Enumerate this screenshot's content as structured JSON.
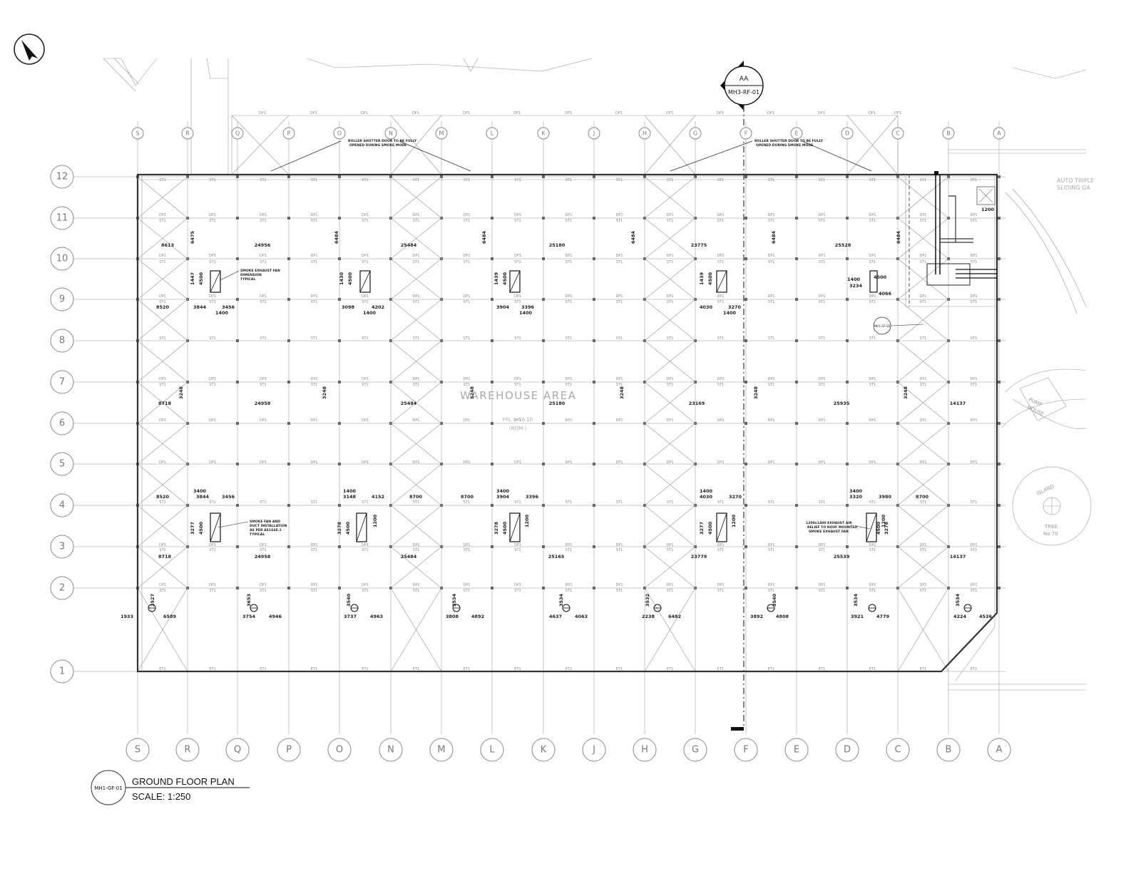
{
  "section_marker": {
    "top": "AA",
    "bottom": "MH3-RF-01"
  },
  "grid_cols": [
    "S",
    "R",
    "Q",
    "P",
    "O",
    "N",
    "M",
    "L",
    "K",
    "J",
    "H",
    "G",
    "F",
    "E",
    "D",
    "C",
    "B",
    "A"
  ],
  "grid_rows": [
    "12",
    "11",
    "10",
    "9",
    "8",
    "7",
    "6",
    "5",
    "4",
    "3",
    "2",
    "1"
  ],
  "area_label": "WAREHOUSE AREA",
  "ffl_label": "FFL = 16.10",
  "ffl_nom": "(NOM.)",
  "notes": {
    "roller_left_1": "ROLLER SHUTTER DOOR TO BE FULLY",
    "roller_left_2": "OPENED DURING SMOKE MODE",
    "roller_right_1": "ROLLER SHUTTER DOOR TO BE FULLY",
    "roller_right_2": "OPENED DURING SMOKE MODE",
    "smoke_fan_1": "SMOKE EXHAUST FAN",
    "smoke_fan_2": "DIMENSION",
    "smoke_fan_3": "TYPICAL",
    "duct_1": "SMOKE FAN AND",
    "duct_2": "DUCT INSTALLATION",
    "duct_3": "AS PER AS1668.1",
    "duct_4": "TYPICAL",
    "relief_1": "1200x1400 EXHAUST AIR",
    "relief_2": "RELIEF TO ROOF MOUNTED",
    "relief_3": "SMOKE EXHAUST FAN"
  },
  "site_labels": {
    "auto_1": "AUTO TRIPLE",
    "auto_2": "SLIDING GA",
    "pump_1": "PUMP",
    "pump_2": "HOUSE",
    "tree_1": "TREE",
    "tree_2": "No 70",
    "island": "ISLAND",
    "callout": "MH1-GF-02"
  },
  "bay_row_dims": {
    "row10": [
      "8613",
      "24956",
      "25484",
      "25180",
      "23775",
      "25528"
    ],
    "row65": [
      "8718",
      "24958",
      "25484",
      "25180",
      "23169",
      "25935",
      "14137"
    ],
    "row3": [
      "8718",
      "24958",
      "25484",
      "25165",
      "23779",
      "25539",
      "14137"
    ]
  },
  "offset_dims": {
    "r10_vert": [
      "6475",
      "6484",
      "6484",
      "6484",
      "6484",
      "6484"
    ],
    "r65_vert": [
      "3248",
      "3248",
      "3248",
      "3248",
      "3248",
      "3248"
    ],
    "r9_left": [
      "8520",
      "3844",
      "3098",
      "3904",
      "4030"
    ],
    "r9_mid": [
      "3456",
      "4202",
      "3396",
      "3270"
    ],
    "r9_small": [
      "1400",
      "1400",
      "1400",
      "1400"
    ],
    "r9_fan_a": [
      "1447",
      "1430",
      "1439",
      "1439"
    ],
    "r9_fan_b": [
      "4500",
      "4500",
      "4500",
      "4500"
    ],
    "r9_right": [
      "1400",
      "3234",
      "4500",
      "4066"
    ],
    "r4_top": [
      "3400",
      "1400",
      "3400",
      "1400",
      "3400"
    ],
    "r4_left": [
      "8520",
      "3844",
      "3148",
      "3904",
      "4030",
      "3320",
      "8700"
    ],
    "r4_mid": [
      "3456",
      "4152",
      "8700",
      "8700",
      "3396",
      "3270",
      "3980"
    ],
    "r4_fan_a": [
      "3277",
      "3278",
      "3278",
      "3277",
      "3278"
    ],
    "r4_fan_b": [
      "4500",
      "4500",
      "4500",
      "4500",
      "4500"
    ],
    "r4_fan_c": [
      "1200",
      "1200",
      "1200",
      "1200"
    ],
    "r1_left": [
      "1933",
      "6589",
      "3754",
      "3737",
      "3808",
      "4637",
      "2238",
      "3892",
      "3921",
      "4224"
    ],
    "r1_right": [
      "4946",
      "4963",
      "4892",
      "4063",
      "6482",
      "4808",
      "4779",
      "4536"
    ],
    "r1_vert": [
      "3527",
      "3653",
      "3540",
      "3534",
      "3534",
      "3532",
      "3540",
      "3534",
      "3534"
    ],
    "misc": [
      "1200"
    ]
  },
  "title_block": {
    "ref": "MH1-GF-01",
    "title": "GROUND FLOOR PLAN",
    "scale": "SCALE: 1:250"
  }
}
